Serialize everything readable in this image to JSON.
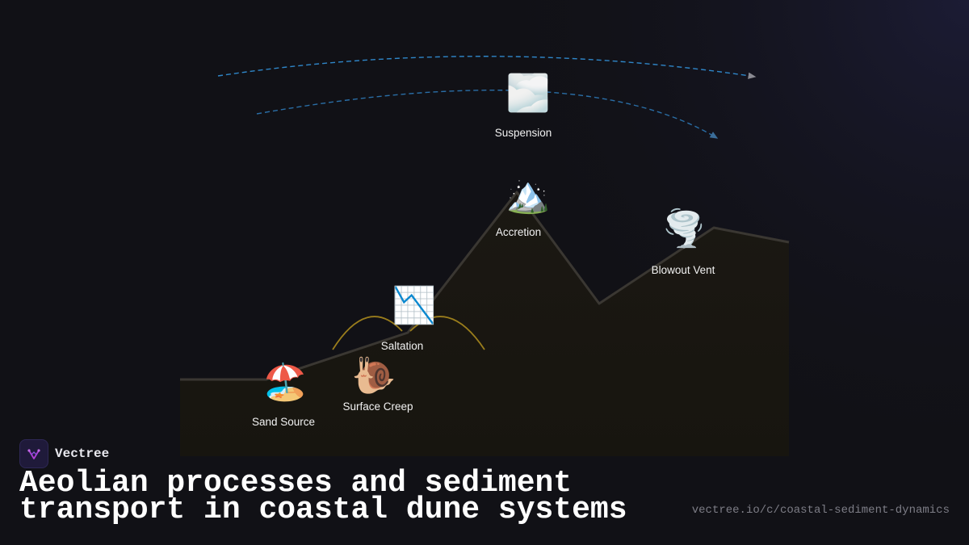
{
  "brand": {
    "name": "Vectree"
  },
  "title": "Aeolian processes and sediment transport in coastal dune systems",
  "url": "vectree.io/c/coastal-sediment-dynamics",
  "nodes": [
    {
      "id": "sand-source",
      "label": "Sand Source",
      "emoji": "🏖️"
    },
    {
      "id": "surface-creep",
      "label": "Surface Creep",
      "emoji": "🐌"
    },
    {
      "id": "saltation",
      "label": "Saltation",
      "emoji": "📉"
    },
    {
      "id": "accretion",
      "label": "Accretion",
      "emoji": "🏔️"
    },
    {
      "id": "suspension",
      "label": "Suspension",
      "emoji": "🌫️"
    },
    {
      "id": "blowout-vent",
      "label": "Blowout Vent",
      "emoji": "🌪️"
    }
  ],
  "colors": {
    "background": "#111116",
    "terrain_fill": "#1b1813",
    "terrain_edge": "#3a3732",
    "saltation_arc": "#9a7d1c",
    "suspension_arc": "#2f86c8",
    "brand_accent": "#b03fd6"
  }
}
